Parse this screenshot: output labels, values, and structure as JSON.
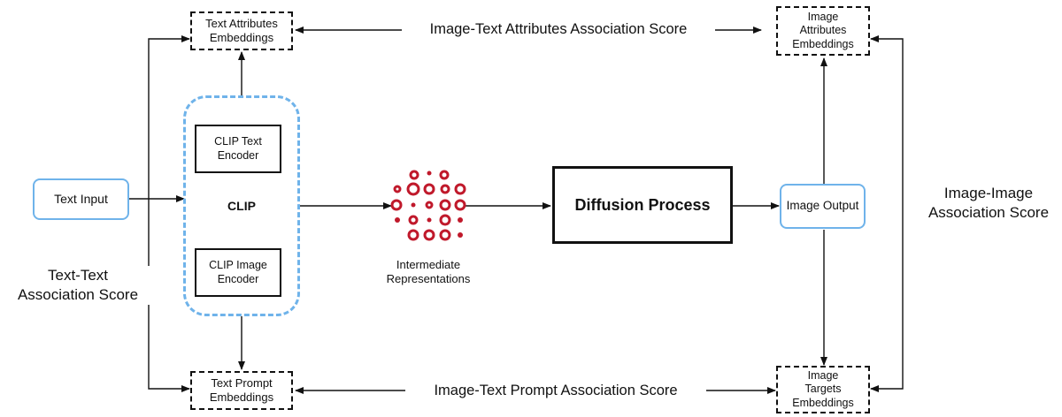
{
  "nodes": {
    "text_attr_emb": "Text Attributes\nEmbeddings",
    "image_attr_emb": "Image\nAttributes\nEmbeddings",
    "text_input": "Text Input",
    "clip_text_encoder": "CLIP Text\nEncoder",
    "clip": "CLIP",
    "clip_image_encoder": "CLIP Image\nEncoder",
    "intermediate": "Intermediate\nRepresentations",
    "diffusion": "Diffusion Process",
    "image_output": "Image Output",
    "text_prompt_emb": "Text Prompt\nEmbeddings",
    "image_targets_emb": "Image\nTargets\nEmbeddings"
  },
  "scores": {
    "image_text_attr": "Image-Text Attributes Association Score",
    "image_text_prompt": "Image-Text Prompt Association Score",
    "text_text": "Text-Text\nAssociation Score",
    "image_image": "Image-Image\nAssociation Score"
  },
  "colors": {
    "clip_frame": "#6fb3ea",
    "dots": "#c0192b",
    "lines": "#111111"
  }
}
